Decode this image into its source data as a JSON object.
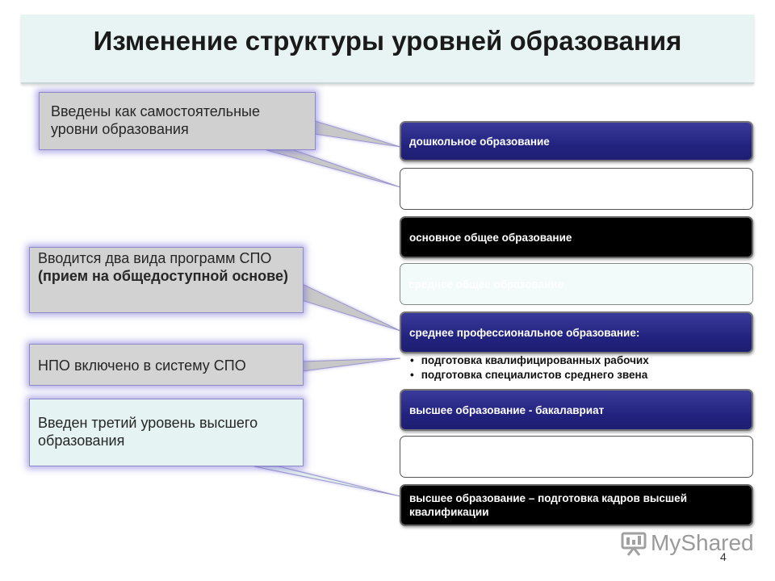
{
  "title": "Изменение структуры уровней образования",
  "callouts": {
    "c1": "Введены как самостоятельные уровни образования",
    "c2_line1": "Вводится два вида программ СПО",
    "c2_line2": "(прием на общедоступной основе)",
    "c3": "НПО включено в систему СПО",
    "c4": "Введен третий уровень высшего образования"
  },
  "boxes": {
    "b1": "дошкольное образование",
    "b2": "",
    "b3": "основное общее образование",
    "b4": "среднее общее образование",
    "b5": "среднее профессиональное образование:",
    "b6": "высшее образование - бакалавриат",
    "b7": "",
    "b8": "высшее образование – подготовка кадров высшей квалификации"
  },
  "spo_programs": [
    "подготовка квалифицированных рабочих",
    "подготовка специалистов среднего звена"
  ],
  "logo_text": "MyShared",
  "page_number": "4",
  "colors": {
    "box_blue": "#232380",
    "box_black": "#000000",
    "callout_glow": "#7068d2"
  }
}
